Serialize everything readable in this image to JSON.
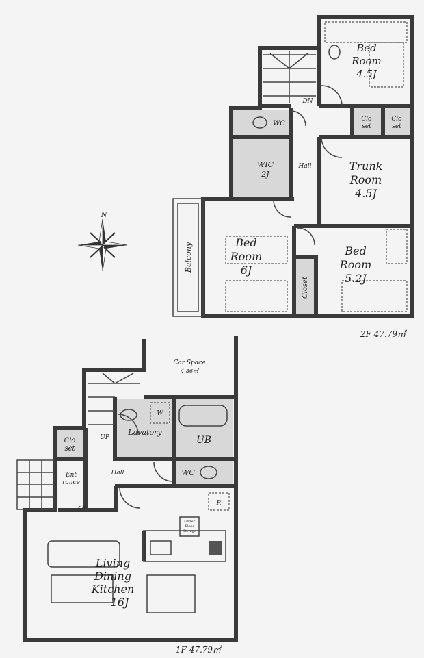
{
  "floor2": {
    "area": "2F 47.79㎡",
    "rooms": {
      "bedroom_a": [
        "Bed",
        "Room",
        "4.5J"
      ],
      "dn": "DN",
      "wc": "WC",
      "closet1": [
        "Clo",
        "set"
      ],
      "closet2": [
        "Clo",
        "set"
      ],
      "wic": [
        "WIC",
        "2J"
      ],
      "hall": "Hall",
      "trunk": [
        "Trunk",
        "Room",
        "4.5J"
      ],
      "balcony": "Balcony",
      "bedroom_b": [
        "Bed",
        "Room",
        "6J"
      ],
      "closet3": "Closet",
      "bedroom_c": [
        "Bed",
        "Room",
        "5.2J"
      ]
    }
  },
  "compass": {
    "label": "N",
    "icon": "compass-rose-icon"
  },
  "floor1": {
    "area": "1F 47.79㎡",
    "rooms": {
      "car_space": [
        "Car Space",
        "4.86㎡"
      ],
      "up": "UP",
      "closet": [
        "Clo",
        "set"
      ],
      "lavatory": "Lavatory",
      "washer": "W",
      "ub": "UB",
      "hall": "Hall",
      "entrance": [
        "Ent",
        "rance"
      ],
      "sk": "SK",
      "wc": "WC",
      "fridge": "R",
      "storage": [
        "Under",
        "Floor",
        "Storage"
      ],
      "ldk": [
        "Living",
        "Dining",
        "Kitchen",
        "16J"
      ]
    }
  }
}
